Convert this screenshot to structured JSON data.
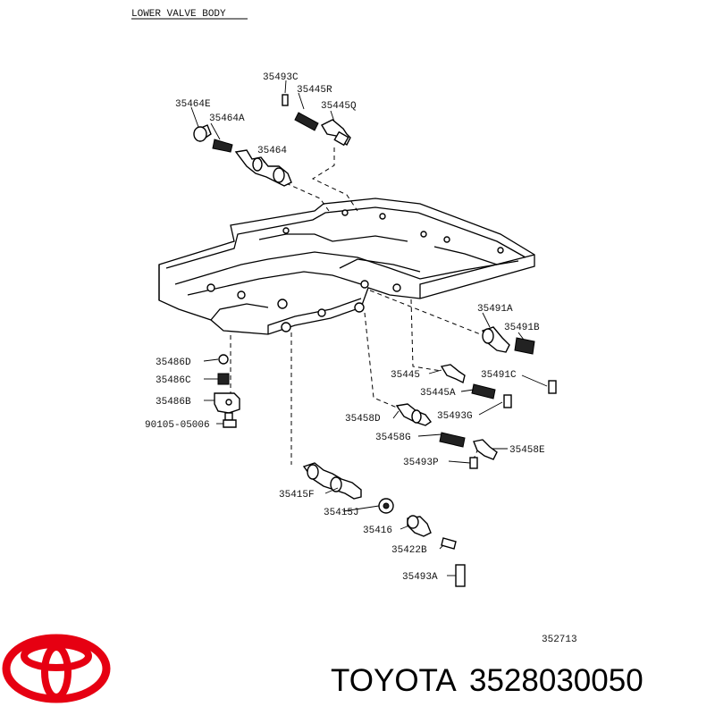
{
  "diagram": {
    "title": "LOWER VALVE BODY",
    "figure_number": "352713",
    "labels": {
      "p35493C": "35493C",
      "p35445R": "35445R",
      "p35464E": "35464E",
      "p35464A": "35464A",
      "p35445Q": "35445Q",
      "p35464": "35464",
      "p35491A": "35491A",
      "p35491B": "35491B",
      "p35486D": "35486D",
      "p35486C": "35486C",
      "p35486B": "35486B",
      "p90105": "90105-05006",
      "p35445": "35445",
      "p35491C": "35491C",
      "p35445A": "35445A",
      "p35458D": "35458D",
      "p35493G": "35493G",
      "p35458G": "35458G",
      "p35458E": "35458E",
      "p35493P": "35493P",
      "p35415F": "35415F",
      "p35415J": "35415J",
      "p35416": "35416",
      "p35422B": "35422B",
      "p35493A": "35493A"
    }
  },
  "brand": {
    "name": "TOYOTA",
    "part_number": "3528030050",
    "logo_color": "#e60012"
  }
}
